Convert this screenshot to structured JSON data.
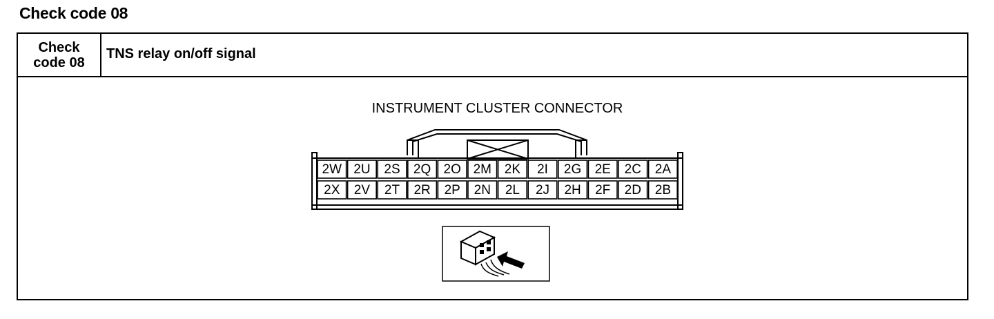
{
  "page_title": "Check code 08",
  "header": {
    "code_label": "Check code 08",
    "description": "TNS relay on/off signal"
  },
  "connector": {
    "title": "INSTRUMENT CLUSTER CONNECTOR",
    "top_row": [
      "2W",
      "2U",
      "2S",
      "2Q",
      "2O",
      "2M",
      "2K",
      "2I",
      "2G",
      "2E",
      "2C",
      "2A"
    ],
    "bottom_row": [
      "2X",
      "2V",
      "2T",
      "2R",
      "2P",
      "2N",
      "2L",
      "2J",
      "2H",
      "2F",
      "2D",
      "2B"
    ]
  },
  "inset_icon": "harness-connector-view-icon"
}
